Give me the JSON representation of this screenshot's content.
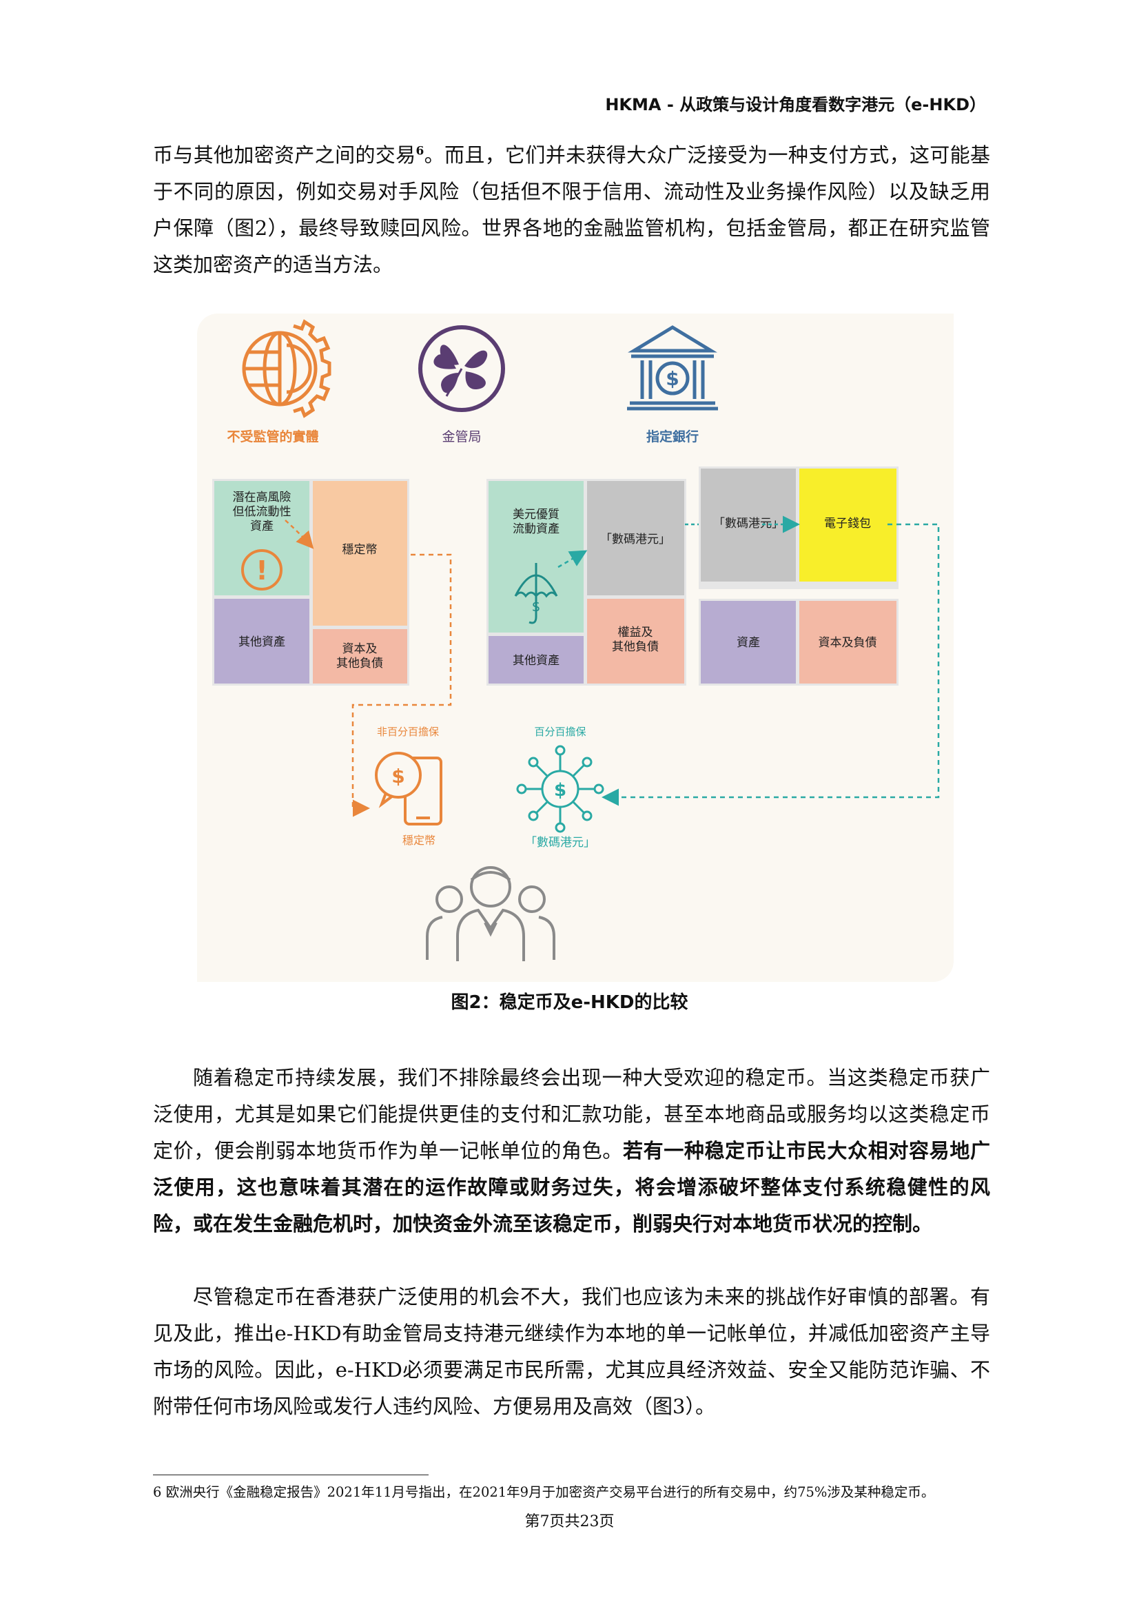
{
  "header": {
    "title": "HKMA - 从政策与设计角度看数字港元（e-HKD）"
  },
  "paragraph1": {
    "lines": [
      "币与其他加密资产之间的交易",
      "。而且，它们并未获得大众广泛接受为一种支付方式，这可能基于不同的原因，例如交易对手风险（包括但不限于信用、流动性及业务操作风险）以及缺乏用户保障（图2），最终导致赎回风险。世界各地的金融监管机构，包括金管局，都正在研究监管这类加密资产的适当方法。"
    ],
    "footnote_ref": "6"
  },
  "figure": {
    "entities": {
      "unregulated": "不受監管的實體",
      "hkma": "金管局",
      "bank": "指定銀行"
    },
    "unregulated_boxes": {
      "risky_assets": "潛在高風險\n但低流動性\n資產",
      "stablecoin": "穩定幣",
      "other_assets": "其他資產",
      "capital_liabilities": "資本及\n其他負債"
    },
    "hkma_boxes": {
      "usd_assets": "美元優質\n流動資產",
      "ehkd": "「數碼港元」",
      "other_assets": "其他資產",
      "equity_liabilities": "權益及\n其他負債"
    },
    "bank_boxes": {
      "ehkd": "「數碼港元」",
      "ewallet": "電子錢包",
      "assets": "資產",
      "capital_liabilities": "資本及負債"
    },
    "bottom": {
      "non_guarantee": "非百分百擔保",
      "stablecoin": "穩定幣",
      "full_guarantee": "百分百擔保",
      "ehkd": "「數碼港元」"
    },
    "colors": {
      "orange": "#e9863b",
      "purple": "#5a3d72",
      "blue": "#3f6fa0",
      "teal": "#29a9a4",
      "green": "#b5dfcc",
      "peach": "#f8c9a2",
      "lavender": "#b7acd1",
      "salmon": "#f3b9a5",
      "gray": "#c4c4c4",
      "yellow": "#f8ee2a"
    }
  },
  "caption": "图2：稳定币及e-HKD的比较",
  "paragraph2": {
    "normal": "随着稳定币持续发展，我们不排除最终会出现一种大受欢迎的稳定币。当这类稳定币获广泛使用，尤其是如果它们能提供更佳的支付和汇款功能，甚至本地商品或服务均以这类稳定币定价，便会削弱本地货币作为单一记帐单位的角色。",
    "bold": "若有一种稳定币让市民大众相对容易地广泛使用，这也意味着其潜在的运作故障或财务过失，将会增添破坏整体支付系统稳健性的风险，或在发生金融危机时，加快资金外流至该稳定币，削弱央行对本地货币状况的控制。"
  },
  "paragraph3": "尽管稳定币在香港获广泛使用的机会不大，我们也应该为未来的挑战作好审慎的部署。有见及此，推出e-HKD有助金管局支持港元继续作为本地的单一记帐单位，并减低加密资产主导市场的风险。因此，e-HKD必须要满足市民所需，尤其应具经济效益、安全又能防范诈骗、不附带任何市场风险或发行人违约风险、方便易用及高效（图3）。",
  "footnote": "6 欧洲央行《金融稳定报告》2021年11月号指出，在2021年9月于加密资产交易平台进行的所有交易中，约75%涉及某种稳定币。",
  "page_number": "第7页共23页"
}
